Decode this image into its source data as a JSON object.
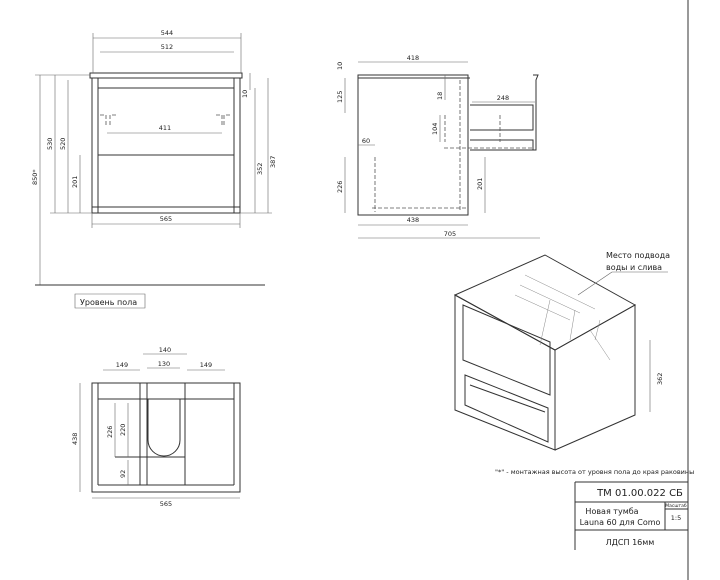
{
  "front_view": {
    "dims": {
      "w_top": "544",
      "w_inner": "512",
      "w_drawer": "411",
      "w_bottom": "565",
      "h_total": "850*",
      "h_530": "530",
      "h_520": "520",
      "h_201": "201",
      "h_10": "10",
      "h_352": "352",
      "h_387": "387"
    },
    "floor_label": "Уровень пола"
  },
  "side_view": {
    "dims": {
      "top10": "10",
      "d418": "418",
      "d125": "125",
      "d18": "18",
      "d248": "248",
      "d104": "104",
      "d60": "60",
      "d226": "226",
      "d201": "201",
      "d438": "438",
      "d705": "705"
    }
  },
  "bottom_view": {
    "dims": {
      "d140": "140",
      "d130": "130",
      "d149l": "149",
      "d149r": "149",
      "d438": "438",
      "d226": "226",
      "d220": "220",
      "d92": "92",
      "d565": "565"
    }
  },
  "iso_view": {
    "callout_line1": "Место подвода",
    "callout_line2": "воды и слива",
    "dim": "362"
  },
  "note": "\"*\" - монтажная высота от уровня пола до края раковины",
  "title_block": {
    "code": "ТМ 01.00.022 СБ",
    "name_line1": "Новая тумба",
    "name_line2": "Launa 60 для Como",
    "scale_label": "Масштаб",
    "scale": "1:5",
    "material": "ЛДСП 16мм"
  }
}
